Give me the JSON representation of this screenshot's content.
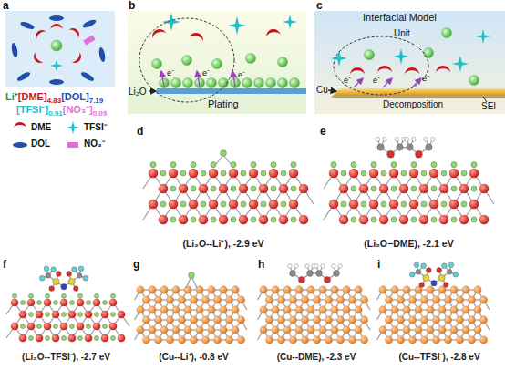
{
  "diagram": {
    "labels": [
      "a",
      "b",
      "c",
      "d",
      "e",
      "f",
      "g",
      "h",
      "i",
      "Li⁺",
      "[DME]",
      "4.83",
      "[DOL]",
      "7.19",
      "[TFSI⁻]",
      "0.91",
      "[NO₃⁻]",
      "0.09",
      "Li₂O",
      "Plating",
      "e⁻",
      "e⁻",
      "e⁻",
      "Interfacial Model",
      "Unit",
      "Cu",
      "Decomposition",
      "SEI",
      "e⁻",
      "e⁻",
      "e⁻",
      "(Li₂O--Li⁺), -2.9 eV",
      "(Li₂O−DME), -2.1 eV",
      "(Li₂O--TFSI⁻), -2.7 eV",
      "(Cu--Li⁺), -0.8 eV",
      "(Cu--DME), -2.3 eV",
      "(Cu--TFSI⁻), -2.8 eV"
    ],
    "legend": [
      {
        "text": "DME"
      },
      {
        "text": "TFSI⁻"
      },
      {
        "text": "DOL"
      },
      {
        "text": "NO₃⁻"
      }
    ]
  }
}
